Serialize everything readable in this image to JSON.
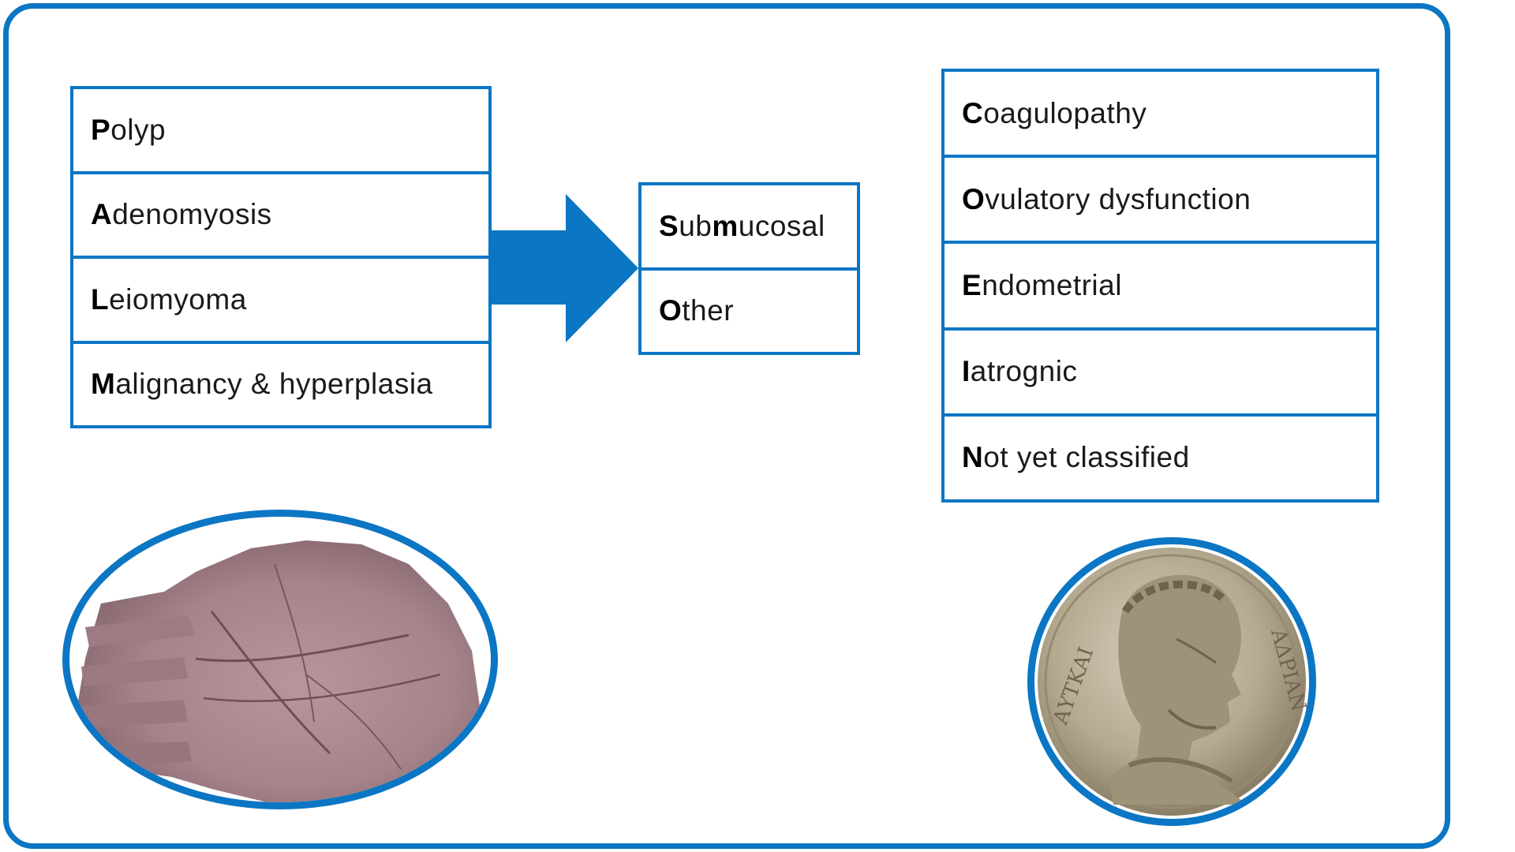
{
  "palm": {
    "items": [
      {
        "initial": "P",
        "rest": "olyp"
      },
      {
        "initial": "A",
        "rest": "denomyosis"
      },
      {
        "initial": "L",
        "rest": "eiomyoma"
      },
      {
        "initial": "M",
        "rest": "alignancy & hyperplasia"
      }
    ]
  },
  "leiomyoma_subtypes": {
    "items": [
      {
        "parts": [
          {
            "t": "S",
            "b": true
          },
          {
            "t": "ub",
            "b": false
          },
          {
            "t": "m",
            "b": true
          },
          {
            "t": "ucosal",
            "b": false
          }
        ]
      },
      {
        "parts": [
          {
            "t": "O",
            "b": true
          },
          {
            "t": "ther",
            "b": false
          }
        ]
      }
    ]
  },
  "coein": {
    "items": [
      {
        "initial": "C",
        "rest": "oagulopathy"
      },
      {
        "initial": "O",
        "rest": "vulatory dysfunction"
      },
      {
        "initial": "E",
        "rest": "ndometrial"
      },
      {
        "initial": "I",
        "rest": "atrognic"
      },
      {
        "initial": "N",
        "rest": "ot yet classified"
      }
    ]
  },
  "images": {
    "left": "palm-photo",
    "right": "roman-coin-photo"
  },
  "colors": {
    "accent": "#0b76c4",
    "text": "#000000",
    "background": "#ffffff"
  }
}
